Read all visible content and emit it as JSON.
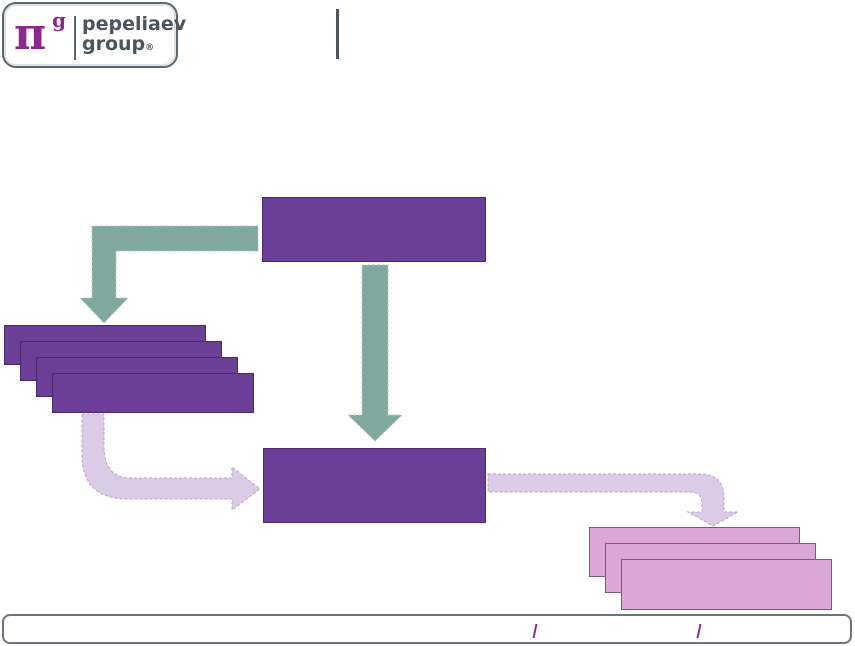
{
  "logo": {
    "symbol": "π",
    "superscript": "g",
    "line1": "pepeliaev",
    "line2": "group",
    "trademark": "®"
  },
  "colors": {
    "primary_box": "#6b3e98",
    "secondary_box": "#dba8d6",
    "arrow_teal": "#7fa99f",
    "arrow_light": "#dccbe6"
  }
}
